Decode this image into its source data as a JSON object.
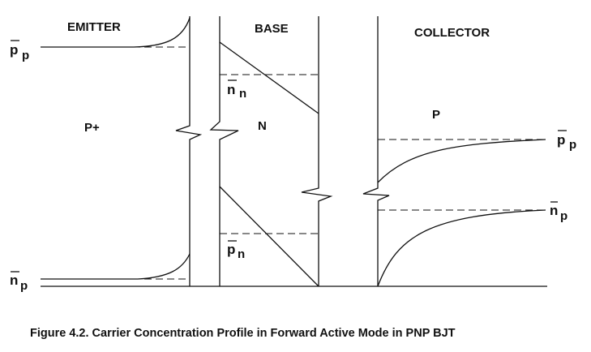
{
  "regions": {
    "emitter": "EMITTER",
    "base": "BASE",
    "collector": "COLLECTOR"
  },
  "doping": {
    "emitter": "P+",
    "base": "N",
    "collector": "P"
  },
  "carriers": {
    "emitter_majority": {
      "symbol": "p",
      "sub": "p"
    },
    "emitter_minority": {
      "symbol": "n",
      "sub": "p"
    },
    "base_majority": {
      "symbol": "n",
      "sub": "n"
    },
    "base_minority": {
      "symbol": "p",
      "sub": "n"
    },
    "collector_majority": {
      "symbol": "p",
      "sub": "p"
    },
    "collector_minority": {
      "symbol": "n",
      "sub": "p"
    }
  },
  "caption": "Figure 4.2. Carrier Concentration Profile in Forward Active Mode in PNP BJT"
}
